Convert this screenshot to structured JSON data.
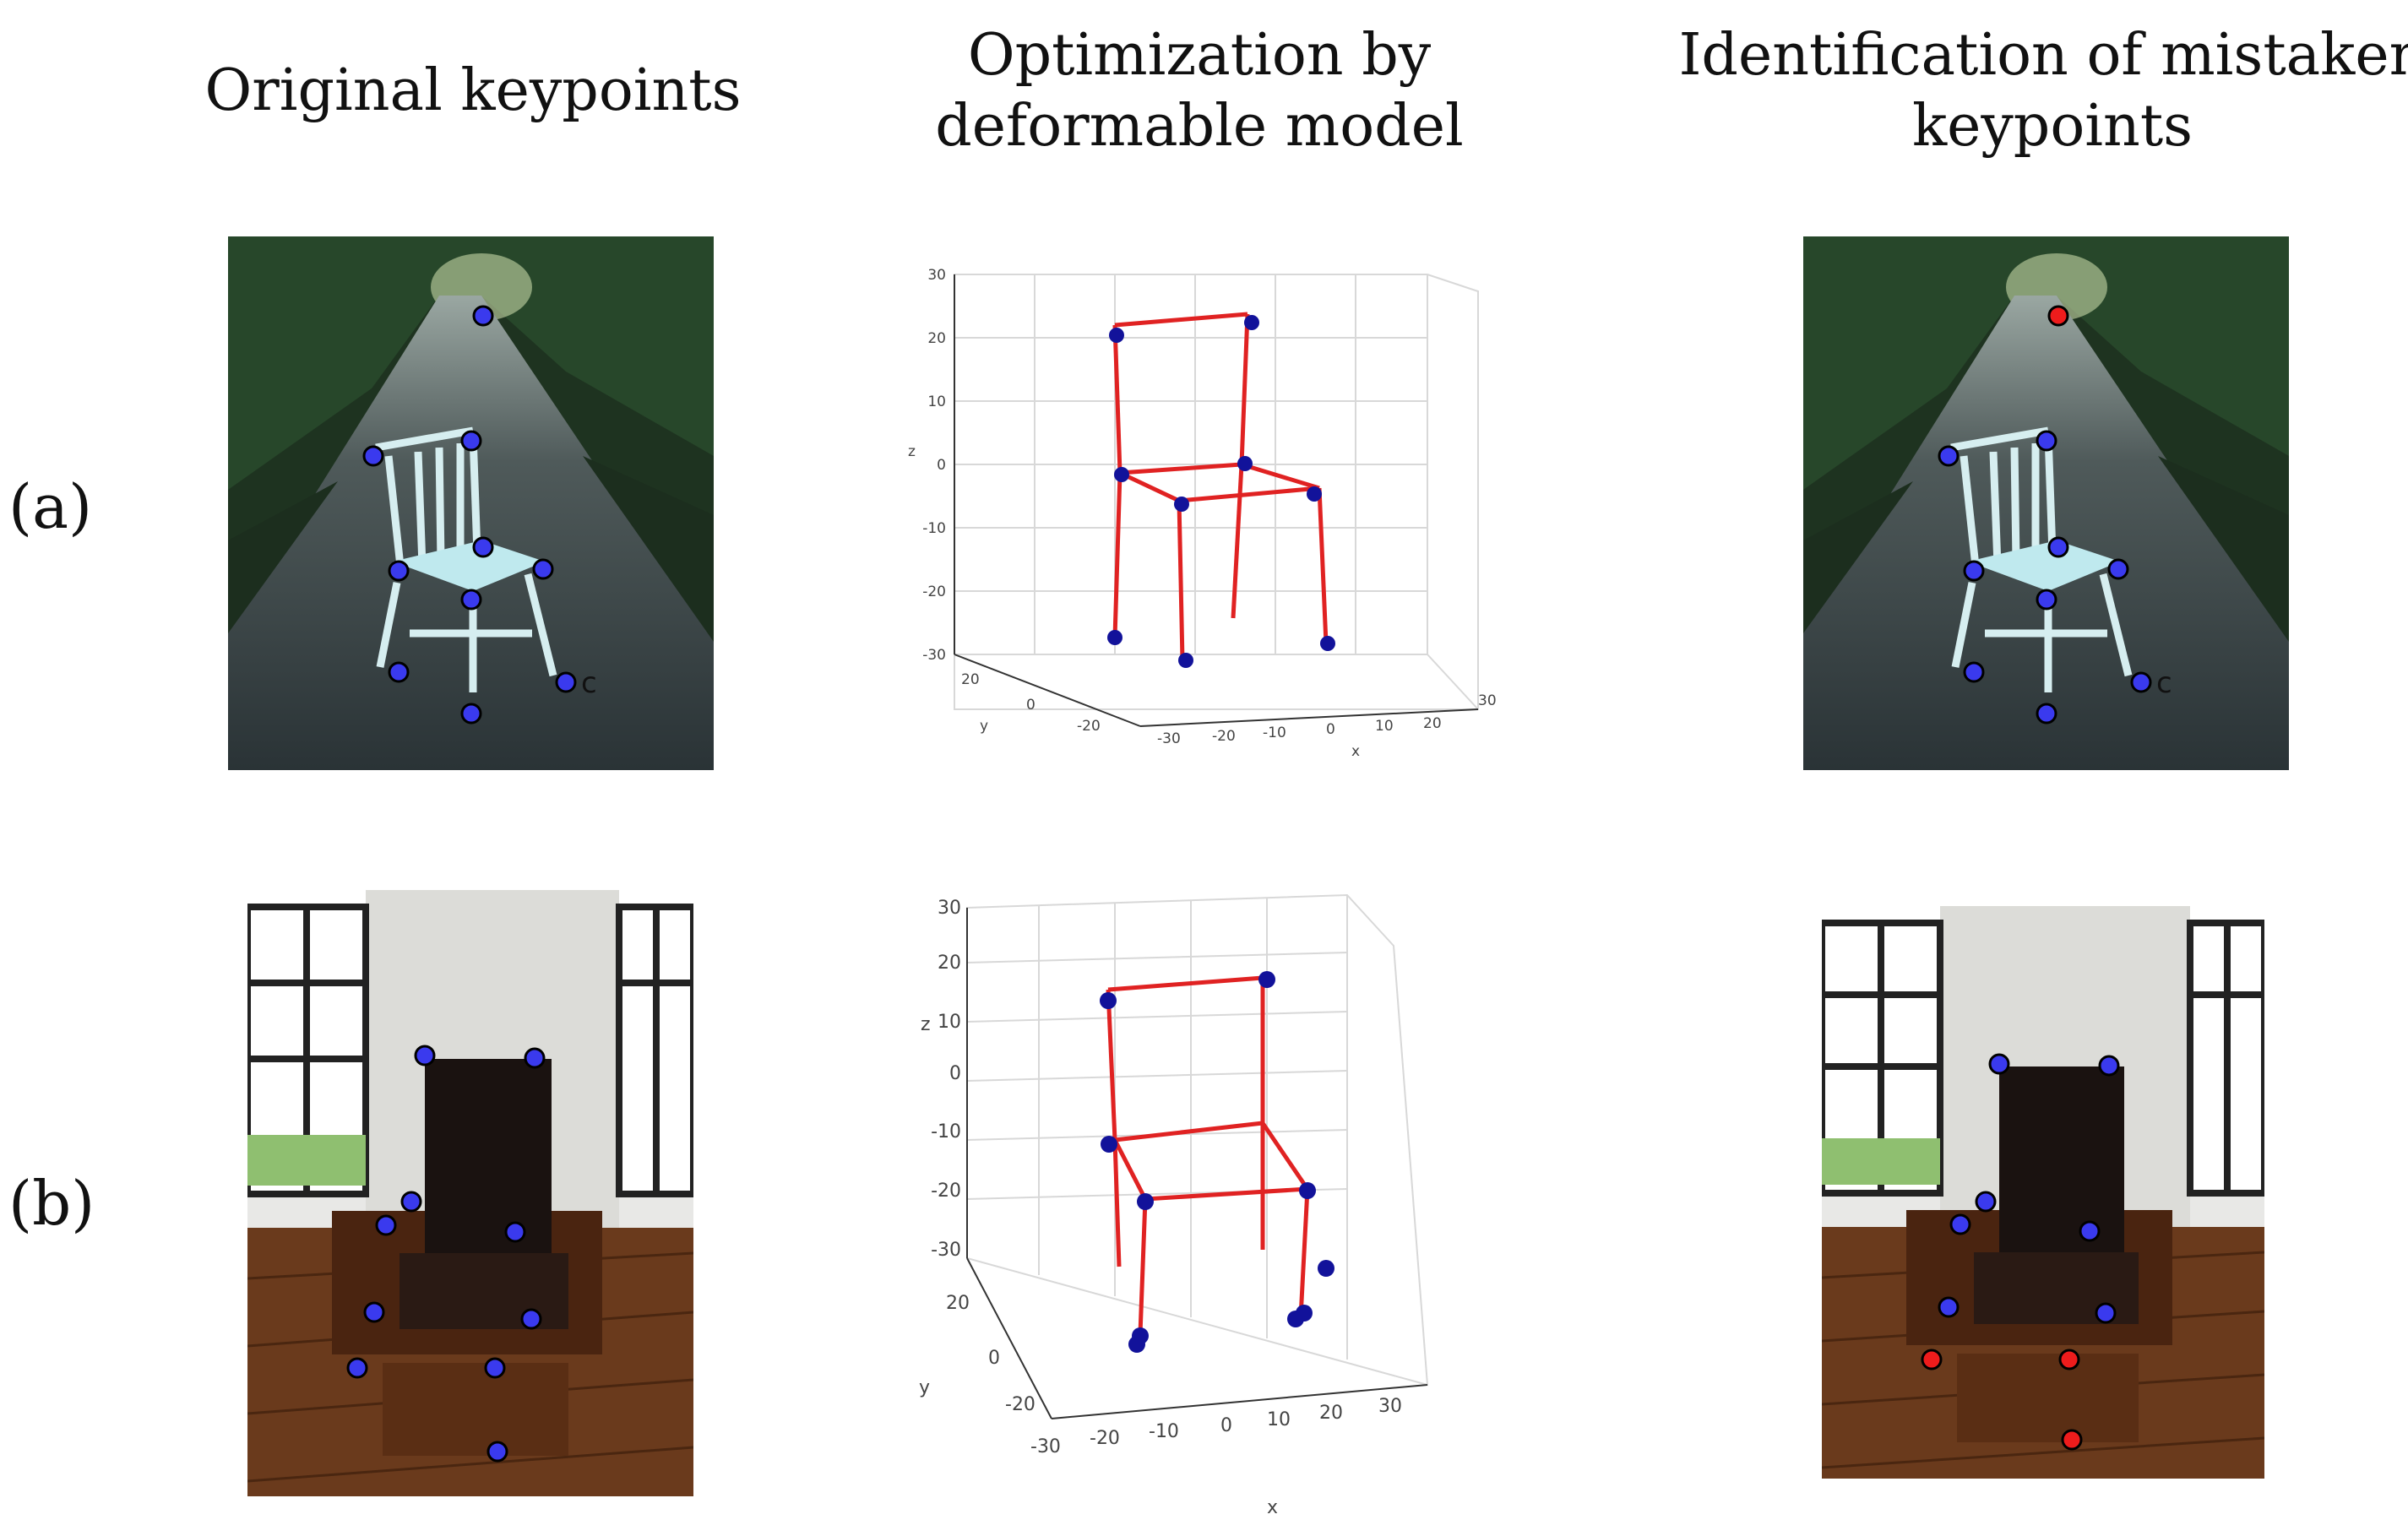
{
  "column_titles": {
    "original": "Original keypoints",
    "optimization": [
      "Optimization by",
      "deformable model"
    ],
    "identification": [
      "Identification of mistaken",
      "keypoints"
    ]
  },
  "row_labels": {
    "a": "(a)",
    "b": "(b)"
  },
  "colors": {
    "keypoint_ok": "#3a3aee",
    "keypoint_mistaken": "#ee1c1c",
    "skeleton": "#e02222",
    "plot_point": "#12129a"
  },
  "stray_label": "c",
  "plots": {
    "a": {
      "z_ticks": [
        "30",
        "20",
        "10",
        "0",
        "-10",
        "-20",
        "-30"
      ],
      "y_ticks": [
        "20",
        "0",
        "-20"
      ],
      "x_ticks": [
        "-30",
        "-20",
        "-10",
        "0",
        "10",
        "20",
        "30"
      ],
      "axis_labels": {
        "x": "x",
        "y": "y",
        "z": "z"
      }
    },
    "b": {
      "z_ticks": [
        "30",
        "20",
        "10",
        "0",
        "-10",
        "-20",
        "-30"
      ],
      "y_ticks": [
        "20",
        "0",
        "-20"
      ],
      "x_ticks": [
        "-30",
        "-20",
        "-10",
        "0",
        "10",
        "20",
        "30"
      ],
      "axis_labels": {
        "x": "x",
        "y": "y",
        "z": "z"
      }
    }
  }
}
